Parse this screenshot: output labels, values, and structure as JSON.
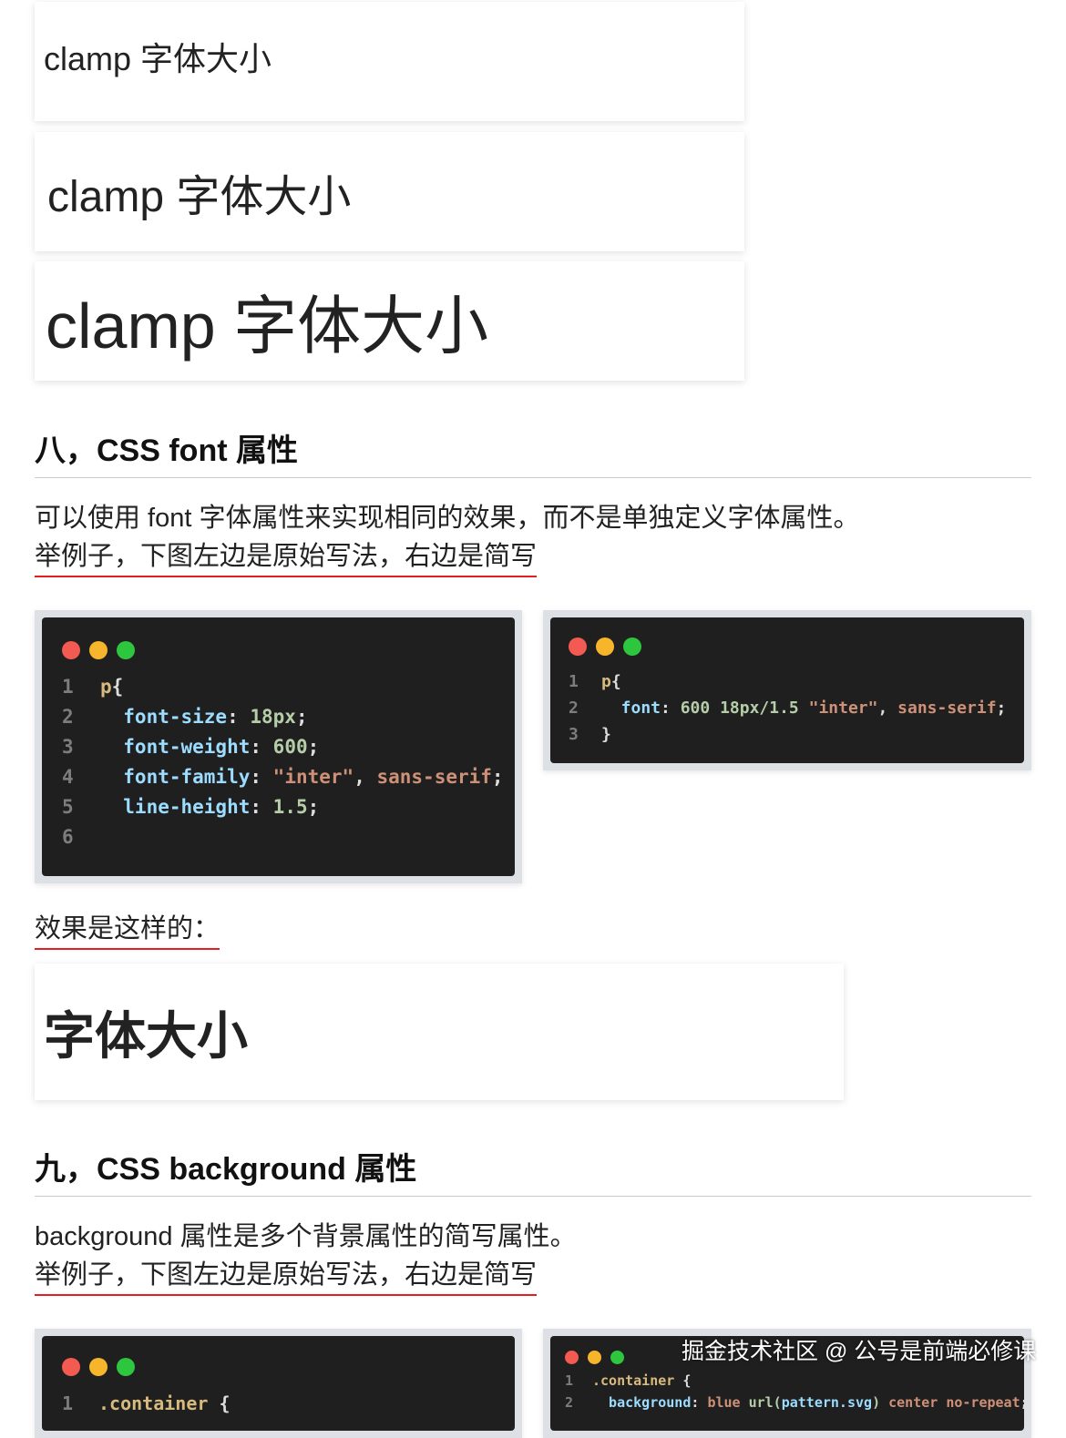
{
  "demos": {
    "small": "clamp 字体大小",
    "medium": "clamp 字体大小",
    "large": "clamp 字体大小"
  },
  "section8": {
    "title": "八，CSS font 属性",
    "desc": "可以使用 font 字体属性来实现相同的效果，而不是单独定义字体属性。",
    "example": "举例子，下图左边是原始写法，右边是简写",
    "result_label": "效果是这样的：",
    "result_demo": "字体大小"
  },
  "code_font_long": [
    {
      "n": "1",
      "parts": [
        [
          "sel",
          "p"
        ],
        [
          "",
          "{"
        ]
      ]
    },
    {
      "n": "2",
      "parts": [
        [
          "prop",
          "  font-size"
        ],
        [
          "",
          ": "
        ],
        [
          "num",
          "18px"
        ],
        [
          "",
          ";"
        ]
      ]
    },
    {
      "n": "3",
      "parts": [
        [
          "prop",
          "  font-weight"
        ],
        [
          "",
          ": "
        ],
        [
          "num",
          "600"
        ],
        [
          "",
          ";"
        ]
      ]
    },
    {
      "n": "4",
      "parts": [
        [
          "prop",
          "  font-family"
        ],
        [
          "",
          ": "
        ],
        [
          "str",
          "\"inter\""
        ],
        [
          "",
          ", "
        ],
        [
          "str",
          "sans-serif"
        ],
        [
          "",
          ";"
        ]
      ]
    },
    {
      "n": "5",
      "parts": [
        [
          "prop",
          "  line-height"
        ],
        [
          "",
          ": "
        ],
        [
          "num",
          "1.5"
        ],
        [
          "",
          ";"
        ]
      ]
    },
    {
      "n": "6",
      "parts": []
    }
  ],
  "code_font_short": [
    {
      "n": "1",
      "parts": [
        [
          "sel",
          "p"
        ],
        [
          "",
          "{"
        ]
      ]
    },
    {
      "n": "2",
      "parts": [
        [
          "prop",
          "  font"
        ],
        [
          "",
          ": "
        ],
        [
          "num",
          "600 18px/1.5 "
        ],
        [
          "str",
          "\"inter\""
        ],
        [
          "",
          ", "
        ],
        [
          "str",
          "sans-serif"
        ],
        [
          "",
          ";"
        ]
      ]
    },
    {
      "n": "3",
      "parts": [
        [
          "",
          "}"
        ]
      ]
    }
  ],
  "section9": {
    "title": "九，CSS background 属性",
    "desc": "background 属性是多个背景属性的简写属性。",
    "example": "举例子，下图左边是原始写法，右边是简写"
  },
  "code_bg_long": [
    {
      "n": "1",
      "parts": [
        [
          "sel",
          ".container"
        ],
        [
          "",
          " {"
        ]
      ]
    }
  ],
  "code_bg_short": [
    {
      "n": "1",
      "parts": [
        [
          "sel",
          ".container"
        ],
        [
          "",
          " {"
        ]
      ]
    },
    {
      "n": "2",
      "parts": [
        [
          "prop",
          "  background"
        ],
        [
          "",
          ": "
        ],
        [
          "str",
          "blue "
        ],
        [
          "num",
          "url("
        ],
        [
          "prop",
          "pattern.svg"
        ],
        [
          "num",
          ")"
        ],
        [
          "str",
          " center no-repeat"
        ],
        [
          "",
          ";"
        ]
      ]
    }
  ],
  "watermark": "掘金技术社区 @ 公号是前端必修课",
  "colors": {
    "dot_red": "#f25a52",
    "dot_yellow": "#f7b52c",
    "dot_green": "#2ec53f",
    "underline": "#e02020"
  }
}
